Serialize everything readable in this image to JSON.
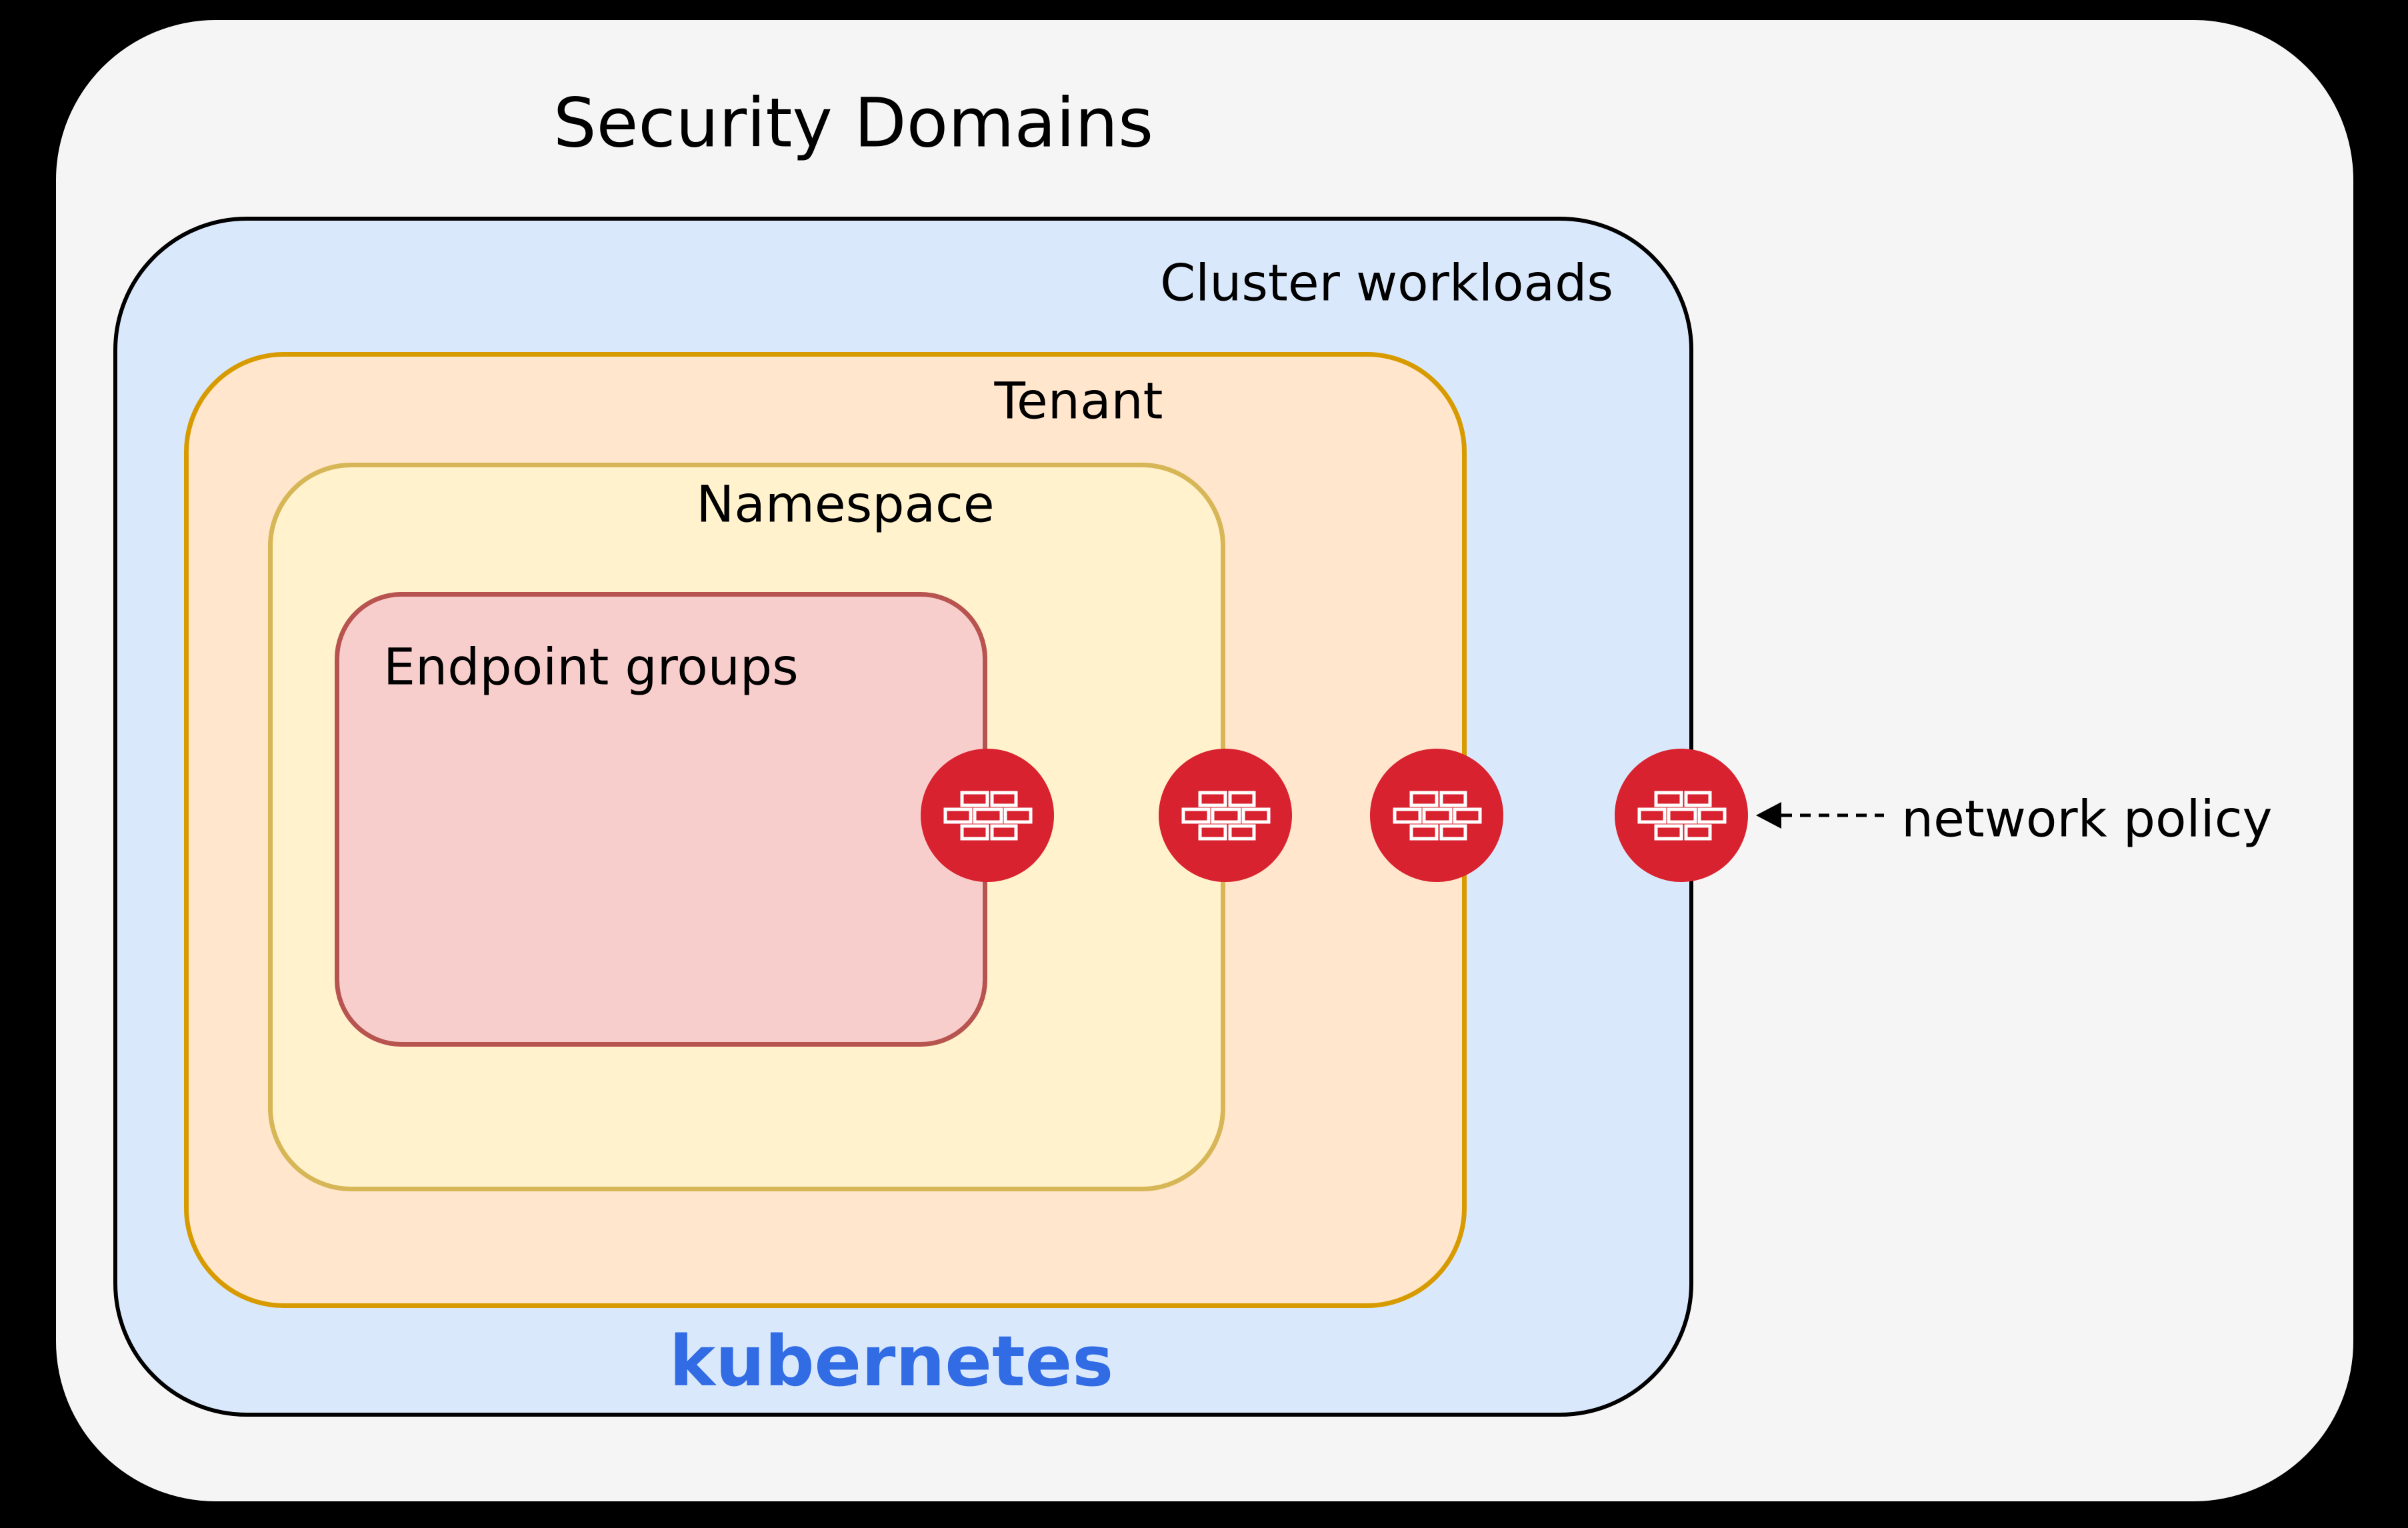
{
  "title": "Security Domains",
  "layers": {
    "cluster": {
      "label": "Cluster workloads"
    },
    "tenant": {
      "label": "Tenant"
    },
    "namespace": {
      "label": "Namespace"
    },
    "endpoint_groups": {
      "label": "Endpoint groups"
    }
  },
  "branding": {
    "kubernetes_label": "kubernetes",
    "kubernetes_color": "#326CE5"
  },
  "annotation": {
    "label": "network policy",
    "arrow_style": "dashed, pointing left at outermost firewall icon"
  },
  "icons": [
    {
      "name": "firewall-icon",
      "boundary": "Endpoint groups"
    },
    {
      "name": "firewall-icon",
      "boundary": "Namespace"
    },
    {
      "name": "firewall-icon",
      "boundary": "Tenant"
    },
    {
      "name": "firewall-icon",
      "boundary": "Cluster workloads"
    }
  ],
  "colors": {
    "page_background": "#000000",
    "outer_panel": "#F5F5F5",
    "cluster_fill": "#DAE8FC",
    "cluster_border": "#000000",
    "tenant_fill": "#FFE6CC",
    "tenant_border": "#D79B00",
    "namespace_fill": "#FFF2CC",
    "namespace_border": "#D6B656",
    "endpoint_fill": "#F8CECC",
    "endpoint_border": "#B85450",
    "firewall_red": "#D9222F",
    "text": "#000000"
  }
}
